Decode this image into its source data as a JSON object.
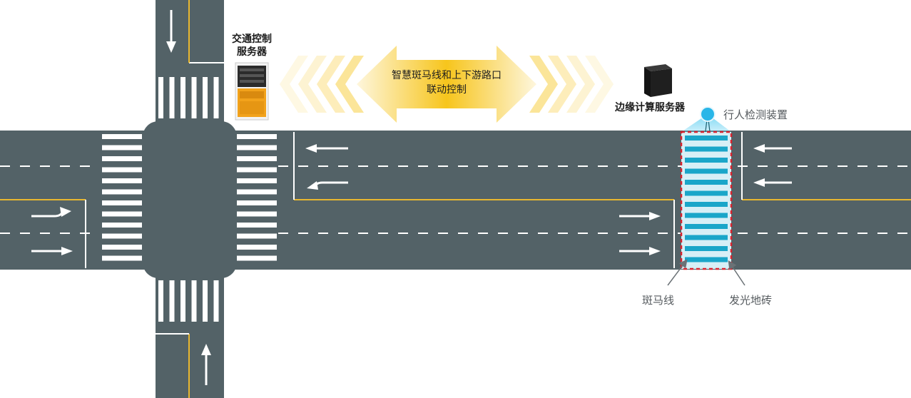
{
  "labels": {
    "traffic_server_line1": "交通控制",
    "traffic_server_line2": "服务器",
    "banner_line1": "智慧斑马线和上下游路口",
    "banner_line2": "联动控制",
    "edge_server": "边缘计算服务器",
    "pedestrian_detector": "行人检测装置",
    "zebra_crossing": "斑马线",
    "glowing_tiles": "发光地砖"
  },
  "colors": {
    "road": "#536267",
    "lane_line": "#ffffff",
    "yellow_line": "#e8b730",
    "banner": "#f7c51c",
    "glow_zone": "#4fc3e8",
    "detector": "#29b6e8",
    "dashed_frame": "#d9232e",
    "glow_stripe": "#1aa6c9"
  },
  "icons": {
    "traffic_server": "server-cabinet-icon",
    "edge_server": "edge-server-box-icon",
    "detector": "sensor-dot-icon"
  }
}
